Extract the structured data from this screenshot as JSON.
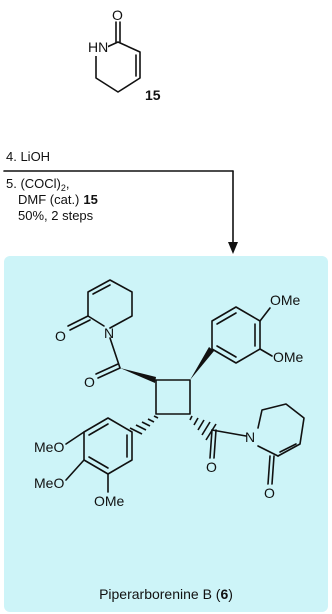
{
  "reagent_compound": {
    "ring_labels": {
      "hn": "HN",
      "o": "O"
    },
    "label": "15"
  },
  "reaction_step": {
    "step_4": "4. LiOH",
    "step_5_line1": "5. (COCl)",
    "step_5_line1_sub": "2",
    "step_5_line1_tail": ",",
    "step_5_line2": "DMF (cat.)",
    "step_5_line2_ref": "15",
    "yield": "50%, 2 steps"
  },
  "product": {
    "atoms": {
      "ome_top": "OMe",
      "ome_right": "OMe",
      "o_upper_lactam": "O",
      "n_upper": "N",
      "o_upper_amide": "O",
      "meo_left": "MeO",
      "meo_lower_left": "MeO",
      "ome_bottom": "OMe",
      "n_lower": "N",
      "o_lower_amide": "O",
      "o_lower_lactam": "O"
    },
    "name": "Piperarborenine B (",
    "number": "6",
    "name_close": ")"
  },
  "colors": {
    "panel_bg": "#cdf4f8",
    "bond": "#111111"
  }
}
